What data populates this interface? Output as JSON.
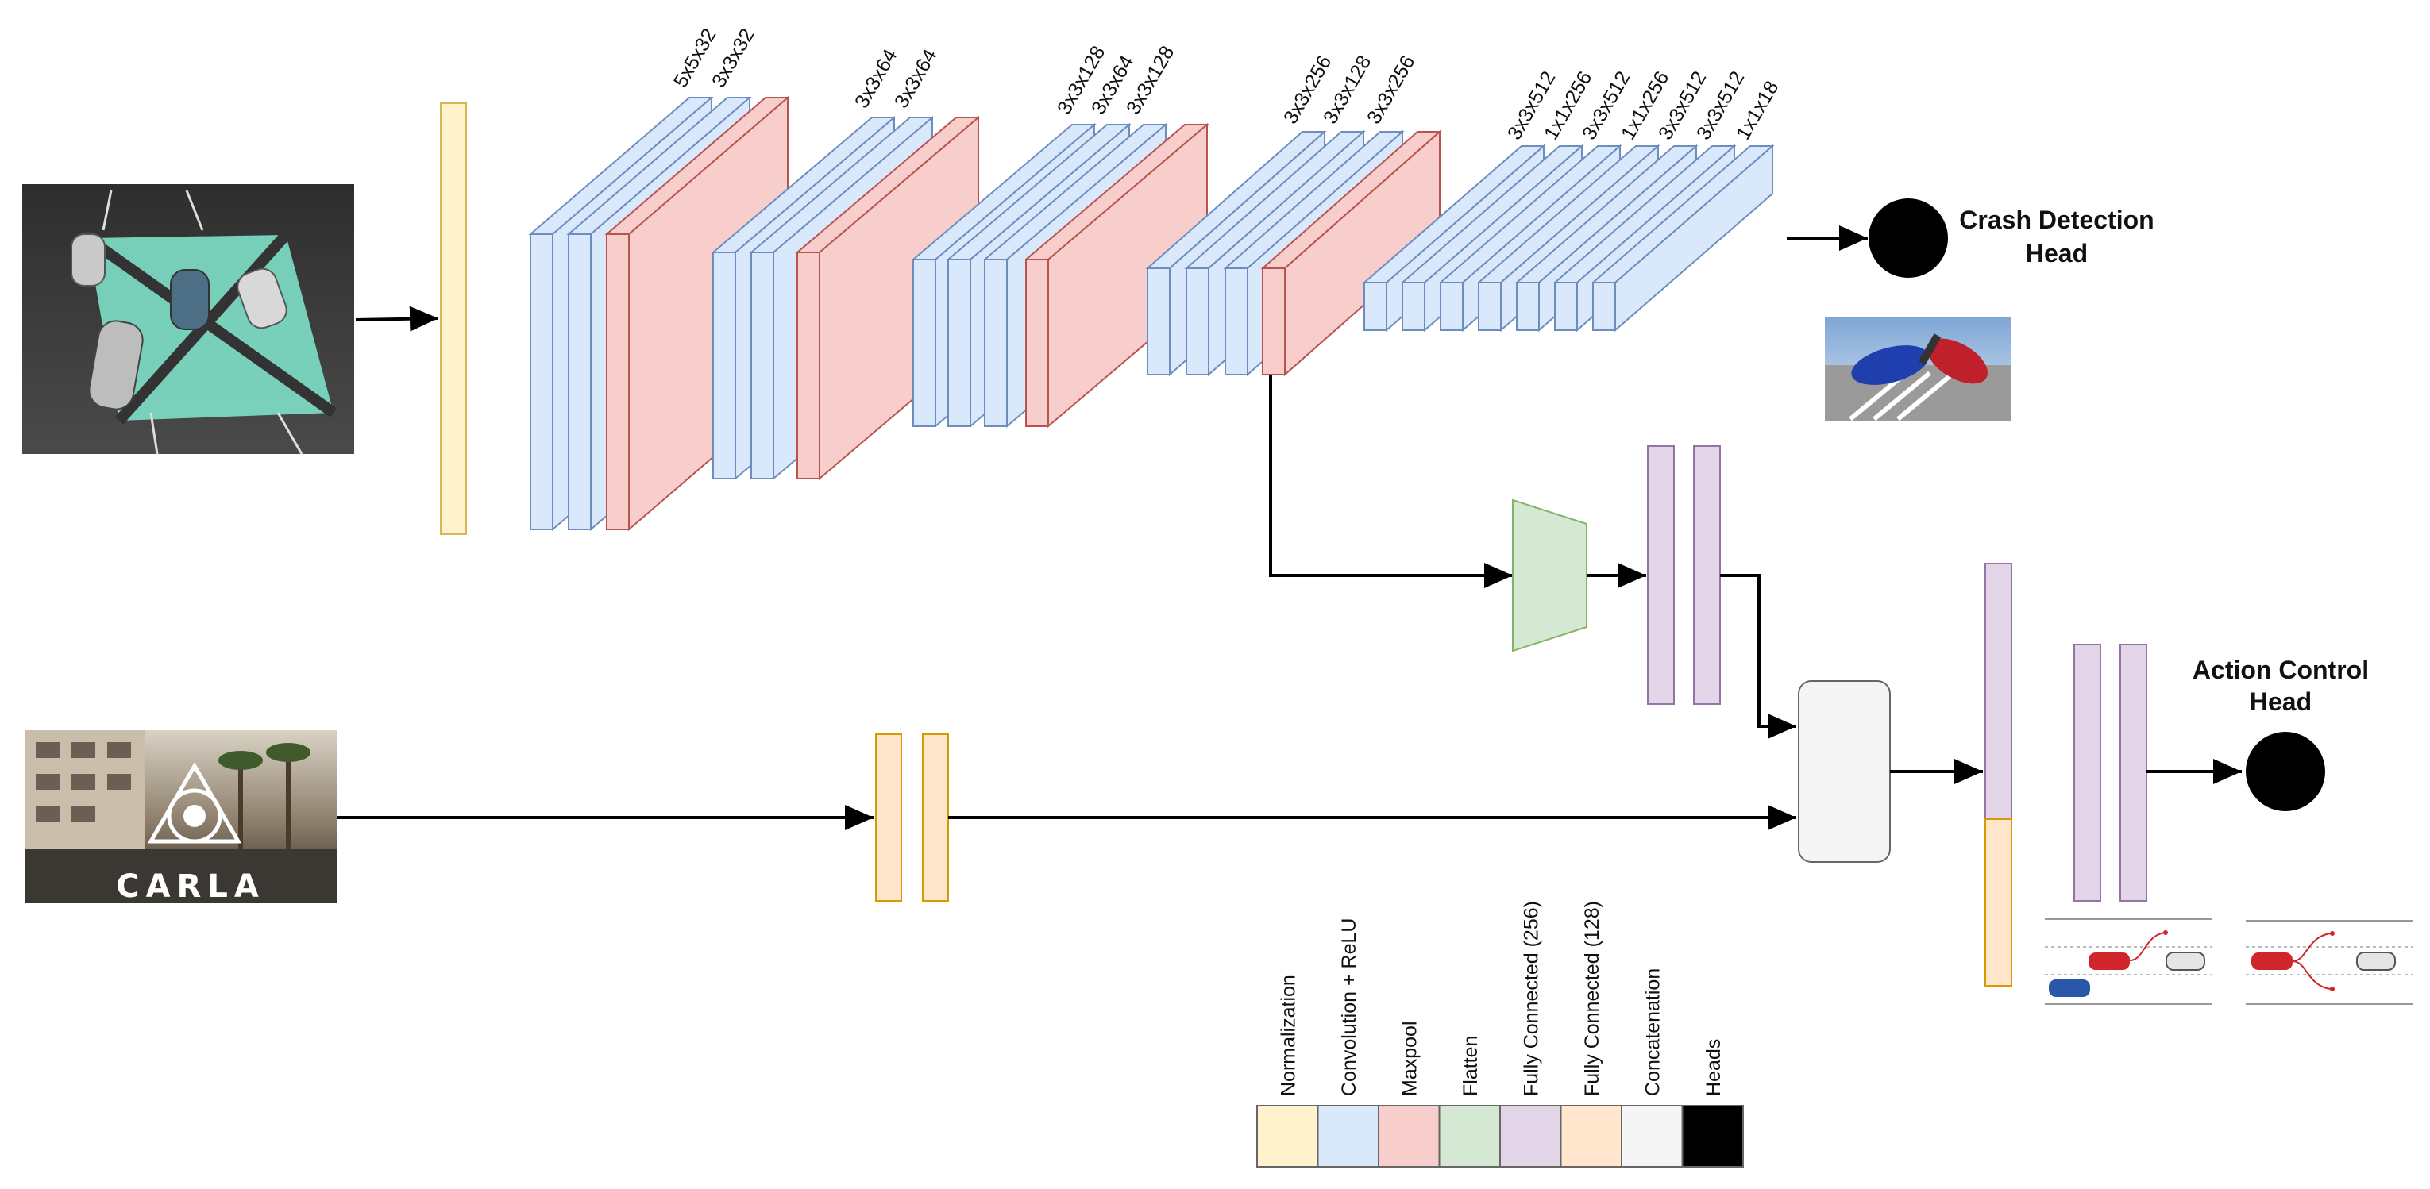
{
  "colors": {
    "normalization": "#fff2cc",
    "conv": "#dae8fc",
    "conv_stroke": "#6c8ebf",
    "maxpool": "#f8cecc",
    "maxpool_stroke": "#b85450",
    "flatten": "#d5e8d4",
    "flatten_stroke": "#82b366",
    "fc256": "#e1d5e7",
    "fc256_stroke": "#9673a6",
    "fc128": "#ffe6cc",
    "fc128_stroke": "#d79b00",
    "concat": "#f5f5f5",
    "concat_stroke": "#666666",
    "heads": "#000000"
  },
  "kernels": {
    "block1": [
      "5x5x32",
      "3x3x32"
    ],
    "block2": [
      "3x3x64",
      "3x3x64"
    ],
    "block3": [
      "3x3x128",
      "3x3x64",
      "3x3x128"
    ],
    "block4": [
      "3x3x256",
      "3x3x128",
      "3x3x256"
    ],
    "block5": [
      "3x3x512",
      "1x1x256",
      "3x3x512",
      "1x1x256",
      "3x3x512",
      "3x3x512",
      "1x1x18"
    ]
  },
  "heads": {
    "crash_line1": "Crash Detection",
    "crash_line2": "Head",
    "action_line1": "Action Control",
    "action_line2": "Head"
  },
  "carla_logo": "CARLA",
  "legend": [
    {
      "label": "Normalization",
      "color": "#fff2cc"
    },
    {
      "label": "Convolution + ReLU",
      "color": "#dae8fc"
    },
    {
      "label": "Maxpool",
      "color": "#f8cecc"
    },
    {
      "label": "Flatten",
      "color": "#d5e8d4"
    },
    {
      "label": "Fully Connected (256)",
      "color": "#e1d5e7"
    },
    {
      "label": "Fully Connected (128)",
      "color": "#ffe6cc"
    },
    {
      "label": "Concatenation",
      "color": "#f5f5f5"
    },
    {
      "label": "Heads",
      "color": "#000000"
    }
  ]
}
